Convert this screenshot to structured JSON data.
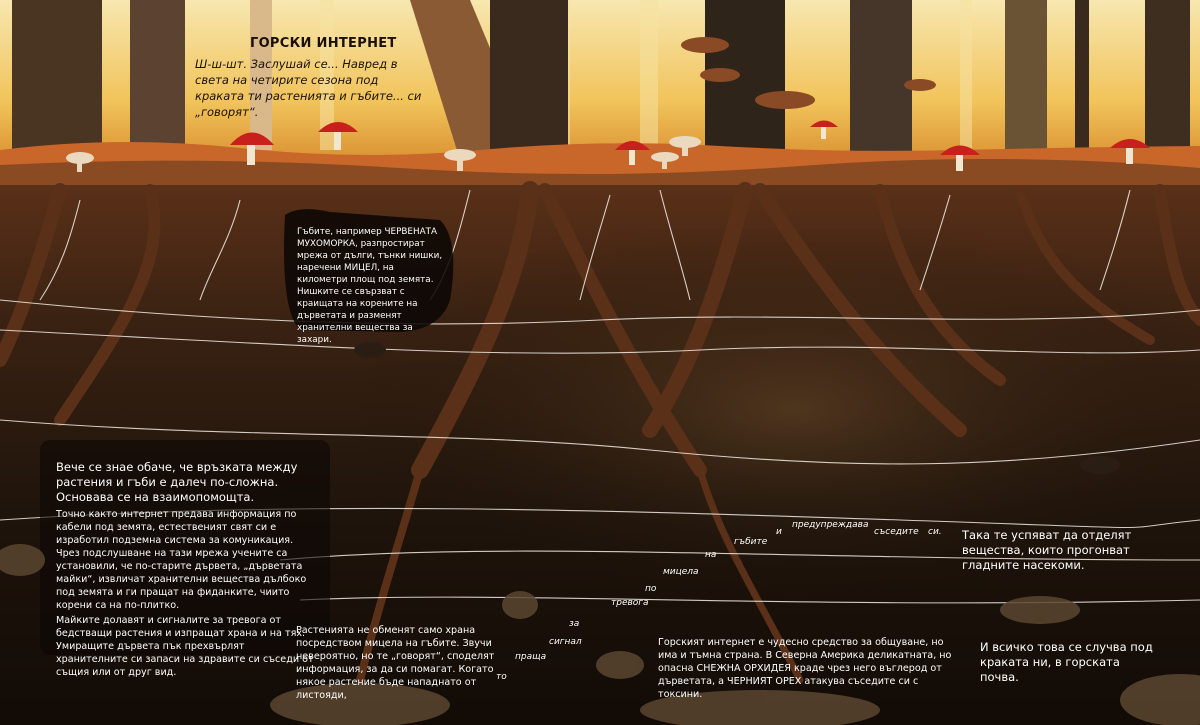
{
  "title": "ГОРСКИ ИНТЕРНЕТ",
  "intro": "Ш-ш-шт. Заслушай се... Навред в света на четирите сезона под краката ти растенията и гъбите... си „говорят“.",
  "mushroom_text": "Гъбите, например ЧЕРВЕНАТА МУХОМОРКА, разпростират мрежа от дълги, тънки нишки, наречени МИЦЕЛ, на километри площ под земята. Нишките се свързват с краищата на корените на дърветата и разменят хранителни вещества за захари.",
  "left_heading": "Вече се знае обаче, че връзката между растения и гъби е далеч по-сложна. Основава се на взаимопомощта.",
  "left_para1": "Точно както интернет предава информация по кабели под земята, естественият свят си е изработил подземна система за комуникация. Чрез подслушване на тази мрежа учените са установили, че по-старите дървета, „дърветата майки“, извличат хранителни вещества дълбоко под земята и ги пращат на фиданките, чиито корени са на по-плитко.",
  "left_para2": "Майките долавят и сигналите за тревога от бедстващи растения и изпращат храна и на тях. Умиращите дървета пък прехвърлят хранителните си запаси на здравите си съседи от същия или от друг вид.",
  "center_para": "Растенията не обменят само храна посредством мицела на гъбите. Звучи невероятно, но те „говорят“, споделят информация, за да си помагат. Когато някое растение бъде нападнато от листояди,",
  "path_words": [
    "то",
    "праща",
    "сигнал",
    "за",
    "тревога",
    "по",
    "мицела",
    "на",
    "гъбите",
    "и",
    "предупреждава",
    "съседите",
    "си."
  ],
  "right_text": "Така те успяват да отделят вещества, които прогонват гладните насекоми.",
  "bottom_para": "Горският интернет е чудесно средство за общуване, но има и тъмна страна. В Северна Америка деликатната, но опасна СНЕЖНА ОРХИДЕЯ краде чрез него въглерод от дърветата, а ЧЕРНИЯТ ОРЕХ атакува съседите си с токсини.",
  "closing": "И всичко това се случва под краката ни, в горската почва.",
  "colors": {
    "soil": "#2a1a10",
    "roots": "#5a3018",
    "mycelium": "#f2ece4",
    "forest_light": "#f3c766",
    "mushroom_red": "#c8201c"
  }
}
